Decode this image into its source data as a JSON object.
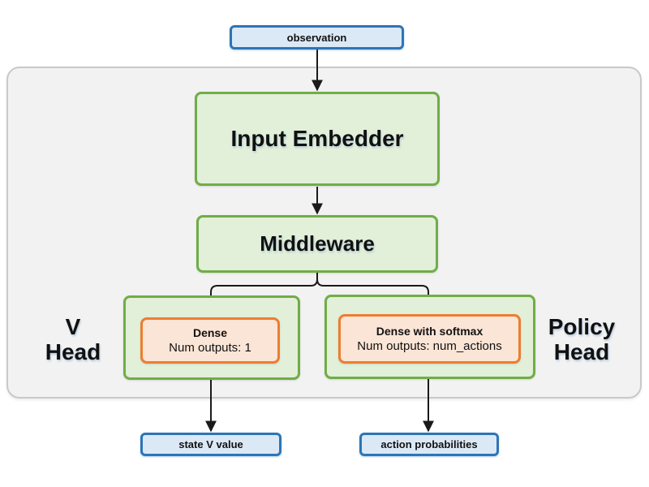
{
  "diagram": {
    "nodes": {
      "observation": {
        "label": "observation"
      },
      "input_embedder": {
        "label": "Input Embedder"
      },
      "middleware": {
        "label": "Middleware"
      },
      "v_head": {
        "group_label_line1": "V",
        "group_label_line2": "Head",
        "dense": {
          "title": "Dense",
          "subtitle": "Num outputs: 1"
        }
      },
      "policy_head": {
        "group_label_line1": "Policy",
        "group_label_line2": "Head",
        "dense": {
          "title": "Dense with softmax",
          "subtitle": "Num outputs: num_actions"
        }
      },
      "state_v_value": {
        "label": "state V value"
      },
      "action_probabilities": {
        "label": "action probabilities"
      }
    },
    "colors": {
      "page_bg": "#ffffff",
      "container_fill": "#f2f2f2",
      "container_border": "#c9c9c9",
      "blue_fill": "#dbe9f6",
      "blue_border": "#2e75b6",
      "green_fill": "#e2efd9",
      "green_border": "#70ad47",
      "orange_fill": "#fbe5d6",
      "orange_border": "#ed7d31",
      "arrow": "#1a1a1a",
      "text": "#111111"
    }
  }
}
